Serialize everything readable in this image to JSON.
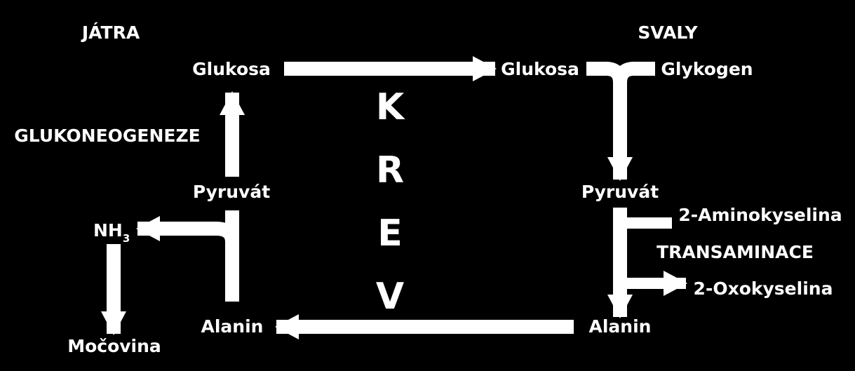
{
  "colors": {
    "background": "#000000",
    "foreground": "#ffffff"
  },
  "regions": {
    "liver": "JÁTRA",
    "muscle": "SVALY"
  },
  "blood": {
    "letters": [
      "K",
      "R",
      "E",
      "V"
    ]
  },
  "liver": {
    "glucose": "Glukosa",
    "process": "GLUKONEOGENEZE",
    "pyruvate": "Pyruvát",
    "ammonia": "NH",
    "ammonia_subscript": "3",
    "urea": "Močovina",
    "alanine": "Alanin"
  },
  "muscle": {
    "glucose": "Glukosa",
    "glycogen": "Glykogen",
    "pyruvate": "Pyruvát",
    "amino_acid": "2-Aminokyselina",
    "process": "TRANSAMINACE",
    "oxoacid": "2-Oxokyselina",
    "alanine": "Alanin"
  }
}
